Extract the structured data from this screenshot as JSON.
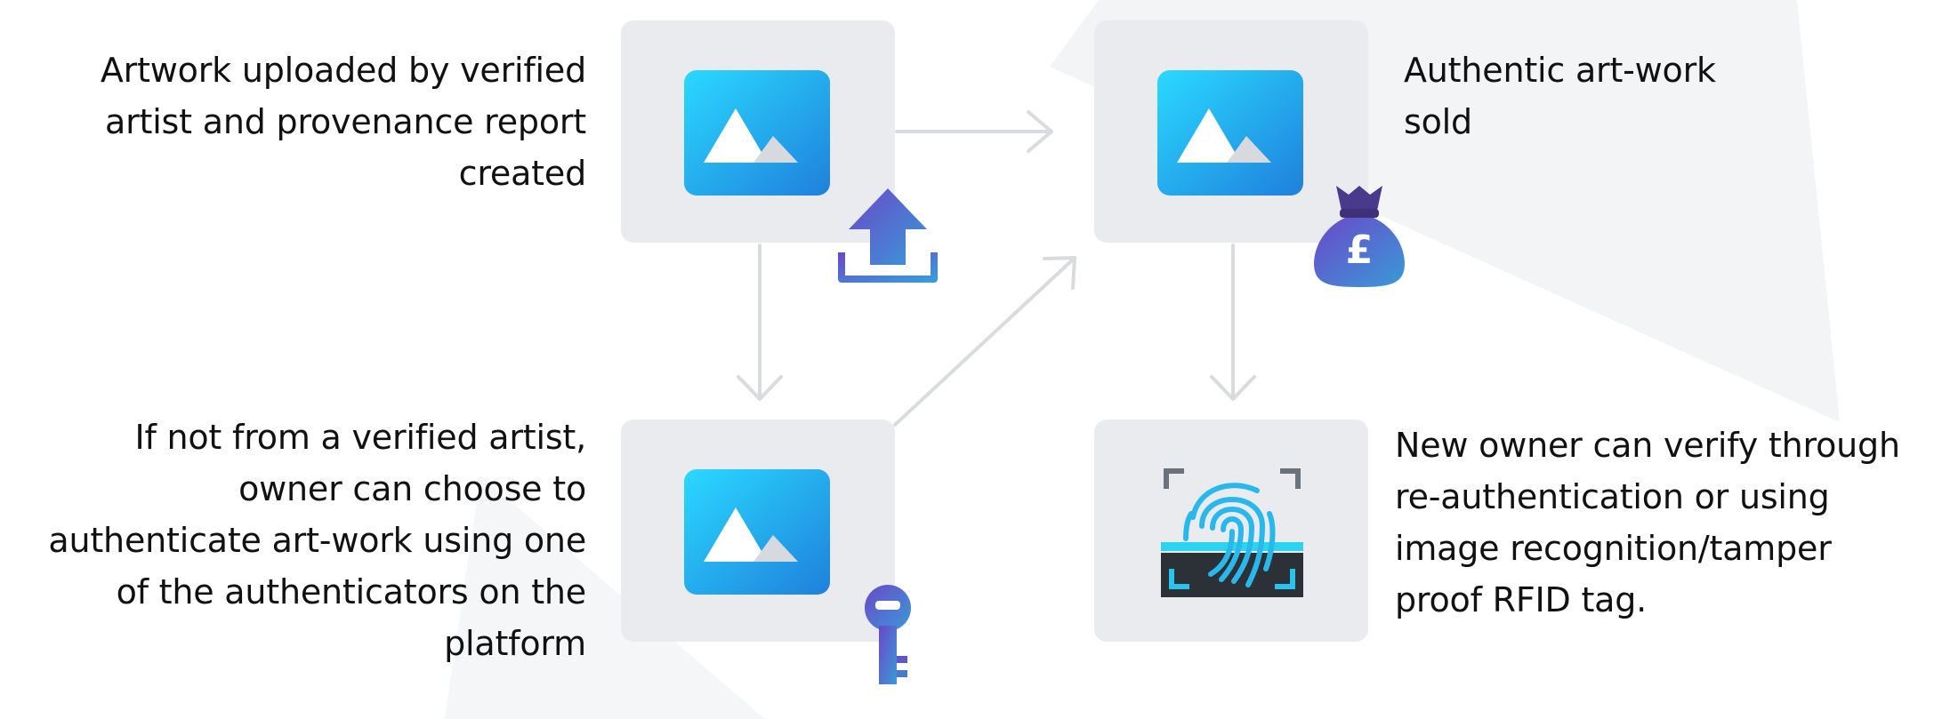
{
  "steps": [
    {
      "id": "upload",
      "label_lines": [
        "Artwork uploaded by verified",
        "artist and provenance report",
        "created"
      ],
      "badge": "upload-icon"
    },
    {
      "id": "sold",
      "label_lines": [
        "Authentic art-work",
        "sold"
      ],
      "badge": "money-bag-icon",
      "currency_symbol": "£"
    },
    {
      "id": "authenticate",
      "label_lines": [
        "If not from a verified artist,",
        "owner can choose to",
        "authenticate art-work using one",
        "of the authenticators on the",
        "platform"
      ],
      "badge": "key-icon"
    },
    {
      "id": "verify",
      "label_lines": [
        "New owner can verify through",
        "re-authentication or using",
        "image recognition/tamper",
        "proof RFID tag."
      ],
      "icon": "fingerprint-scan-icon"
    }
  ],
  "colors": {
    "box": "#e9ebee",
    "arrow": "#d9dbde",
    "image_gradient_start": "#2ad9ff",
    "image_gradient_end": "#1f80dc",
    "badge_gradient_start": "#6a48c8",
    "badge_gradient_end": "#3a9ad8",
    "fingerprint": "#29b8ec",
    "scanner_dark": "#2c3138",
    "background_shape": "#f3f4f6"
  }
}
